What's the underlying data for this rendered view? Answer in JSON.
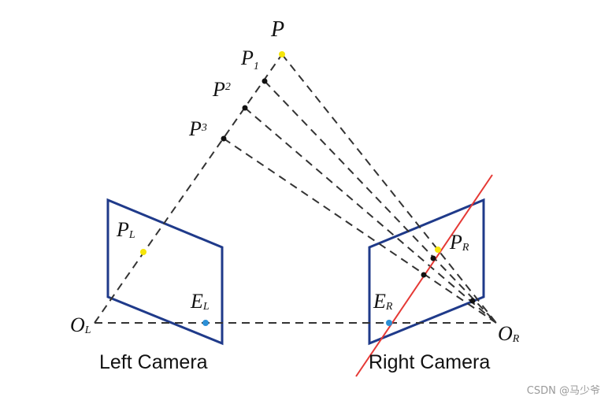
{
  "points": {
    "p": "P",
    "p1": {
      "base": "P",
      "sub": "1"
    },
    "p2": {
      "base": "P",
      "sub": "2"
    },
    "p3": {
      "base": "P",
      "sub": "3"
    },
    "pl": {
      "base": "P",
      "sub": "L"
    },
    "pr": {
      "base": "P",
      "sub": "R"
    },
    "el": {
      "base": "E",
      "sub": "L"
    },
    "er": {
      "base": "E",
      "sub": "R"
    },
    "ol": {
      "base": "O",
      "sub": "L"
    },
    "or": {
      "base": "O",
      "sub": "R"
    }
  },
  "cameras": {
    "left": "Left Camera",
    "right": "Right Camera"
  },
  "watermark": "CSDN @马少爷",
  "colors": {
    "plane": "#1f3a8a",
    "epipolar_line": "#e53935",
    "dashed_line": "#333333",
    "point_yellow": "#f5e50a",
    "point_blue": "#2b8fd6",
    "point_black": "#111111"
  }
}
